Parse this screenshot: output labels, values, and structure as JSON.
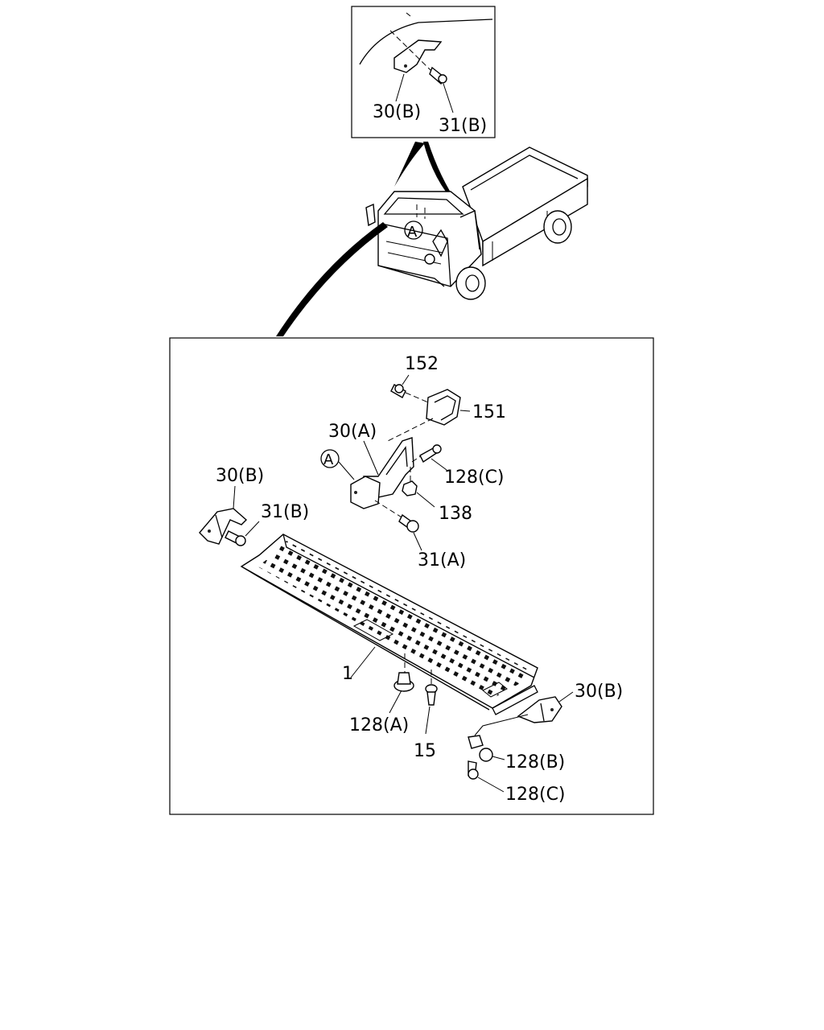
{
  "labels": {
    "inset_30b": "30(B)",
    "inset_31b": "31(B)",
    "truck_a": "A",
    "p152": "152",
    "p151": "151",
    "p30a": "30(A)",
    "circle_a": "A",
    "p128c_top": "128(C)",
    "p138": "138",
    "p31a": "31(A)",
    "p30b_left": "30(B)",
    "p31b_left": "31(B)",
    "p1": "1",
    "p128a": "128(A)",
    "p15": "15",
    "p30b_right": "30(B)",
    "p128b": "128(B)",
    "p128c_bottom": "128(C)"
  }
}
